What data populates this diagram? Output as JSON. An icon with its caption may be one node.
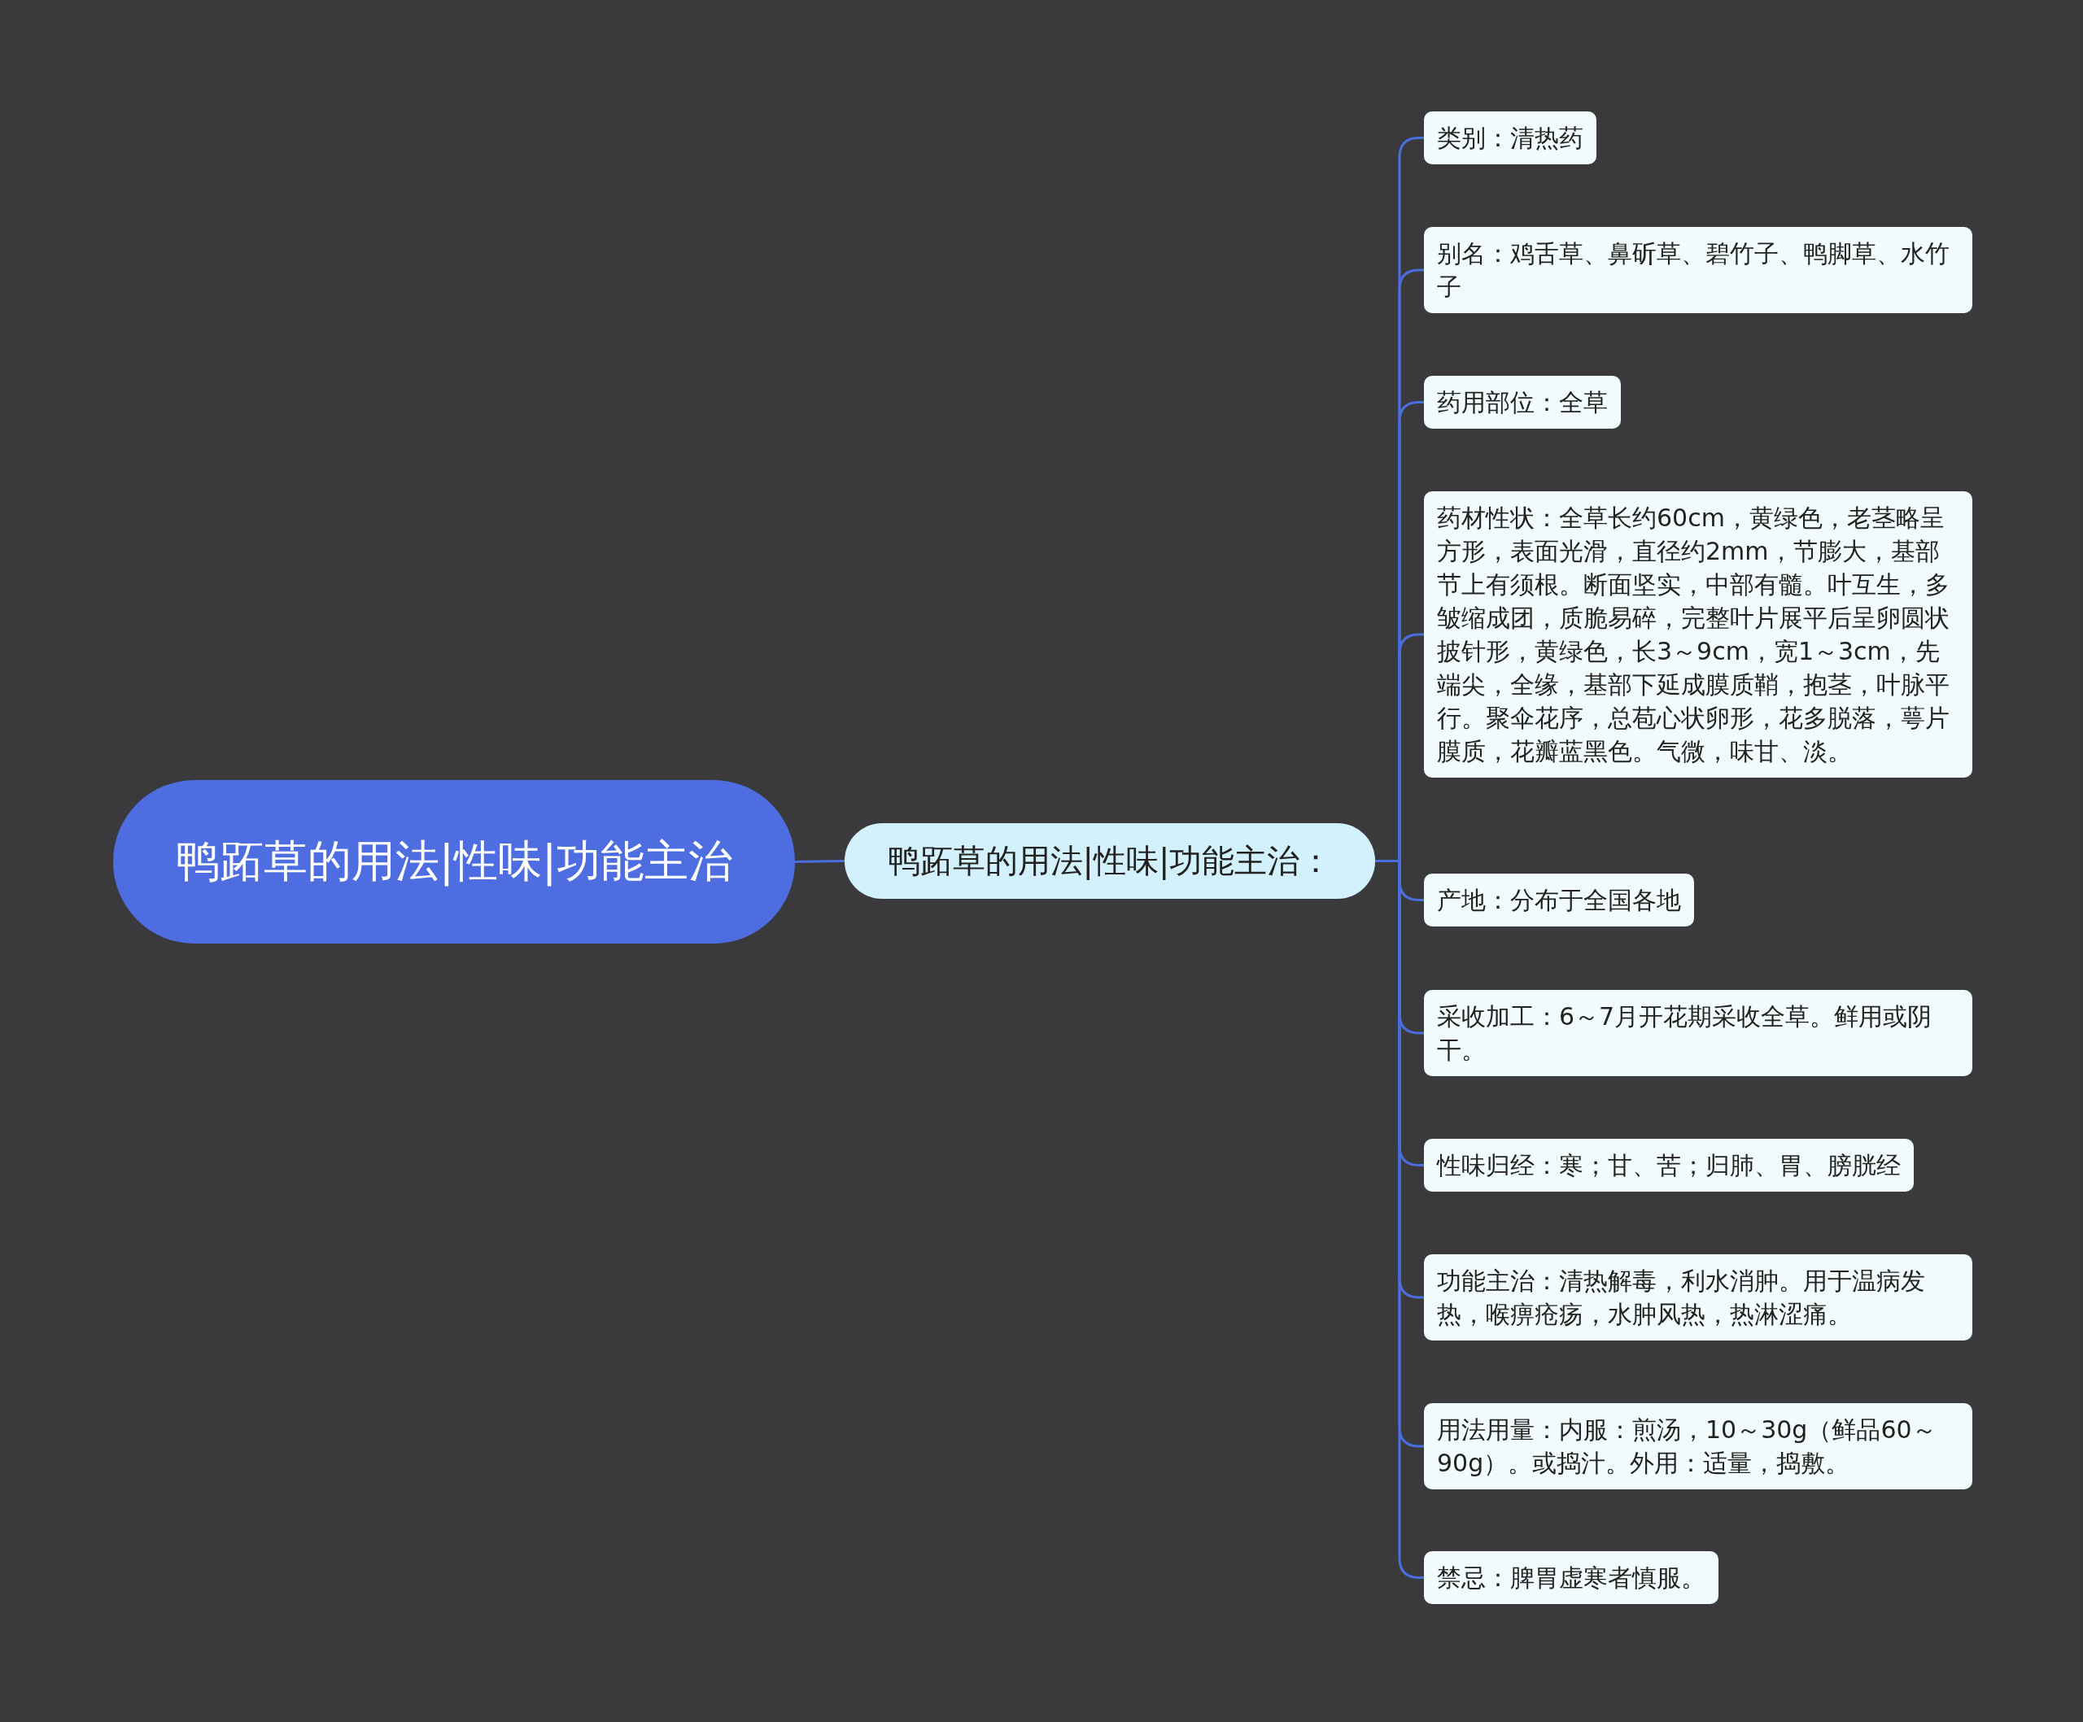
{
  "diagram": {
    "nodes": [
      {
        "text": [
          "鸭跖草的用法|性味|功能主治"
        ]
      },
      {
        "text": [
          "鸭跖草的用法|性味|功能主治："
        ]
      },
      {
        "text": [
          "类别：清热药"
        ]
      },
      {
        "text": [
          "别名：鸡舌草、鼻斫草、碧竹子、鸭脚草、水竹子"
        ]
      },
      {
        "text": [
          "药用部位：全草"
        ]
      },
      {
        "text": [
          "药材性状：全草长约60cm，黄绿色，老茎略呈方形，表面光滑，直径约2mm，节膨大，基部节上有须根。断面坚实，中部有髓。叶互生，多皱缩成团，质脆易碎，完整叶片展平后呈卵圆状披针形，黄绿色，长3～9cm，宽1～3cm，先端尖，全缘，基部下延成膜质鞘，抱茎，叶脉平行。聚伞花序，总苞心状卵形，花多脱落，萼片膜质，花瓣蓝黑色。气微，味甘、淡。"
        ]
      },
      {
        "text": [
          "产地：分布于全国各地"
        ]
      },
      {
        "text": [
          "采收加工：6～7月开花期采收全草。鲜用或阴干。"
        ]
      },
      {
        "text": [
          "性味归经：寒；甘、苦；归肺、胃、膀胱经"
        ]
      },
      {
        "text": [
          "功能主治：清热解毒，利水消肿。用于温病发热，喉痹疮疡，水肿风热，热淋涩痛。"
        ]
      },
      {
        "text": [
          "用法用量：内服：煎汤，10～30g（鲜品60～90g）。或捣汁。外用：适量，捣敷。"
        ]
      },
      {
        "text": [
          "禁忌：脾胃虚寒者慎服。"
        ]
      }
    ],
    "edges": [
      {
        "from": 0,
        "to": 1,
        "arrow": "none"
      },
      {
        "from": 1,
        "to": 2,
        "arrow": "none"
      },
      {
        "from": 1,
        "to": 3,
        "arrow": "none"
      },
      {
        "from": 1,
        "to": 4,
        "arrow": "none"
      },
      {
        "from": 1,
        "to": 5,
        "arrow": "none"
      },
      {
        "from": 1,
        "to": 6,
        "arrow": "none"
      },
      {
        "from": 1,
        "to": 7,
        "arrow": "none"
      },
      {
        "from": 1,
        "to": 8,
        "arrow": "none"
      },
      {
        "from": 1,
        "to": 9,
        "arrow": "none"
      },
      {
        "from": 1,
        "to": 10,
        "arrow": "none"
      },
      {
        "from": 1,
        "to": 11,
        "arrow": "none"
      }
    ]
  }
}
